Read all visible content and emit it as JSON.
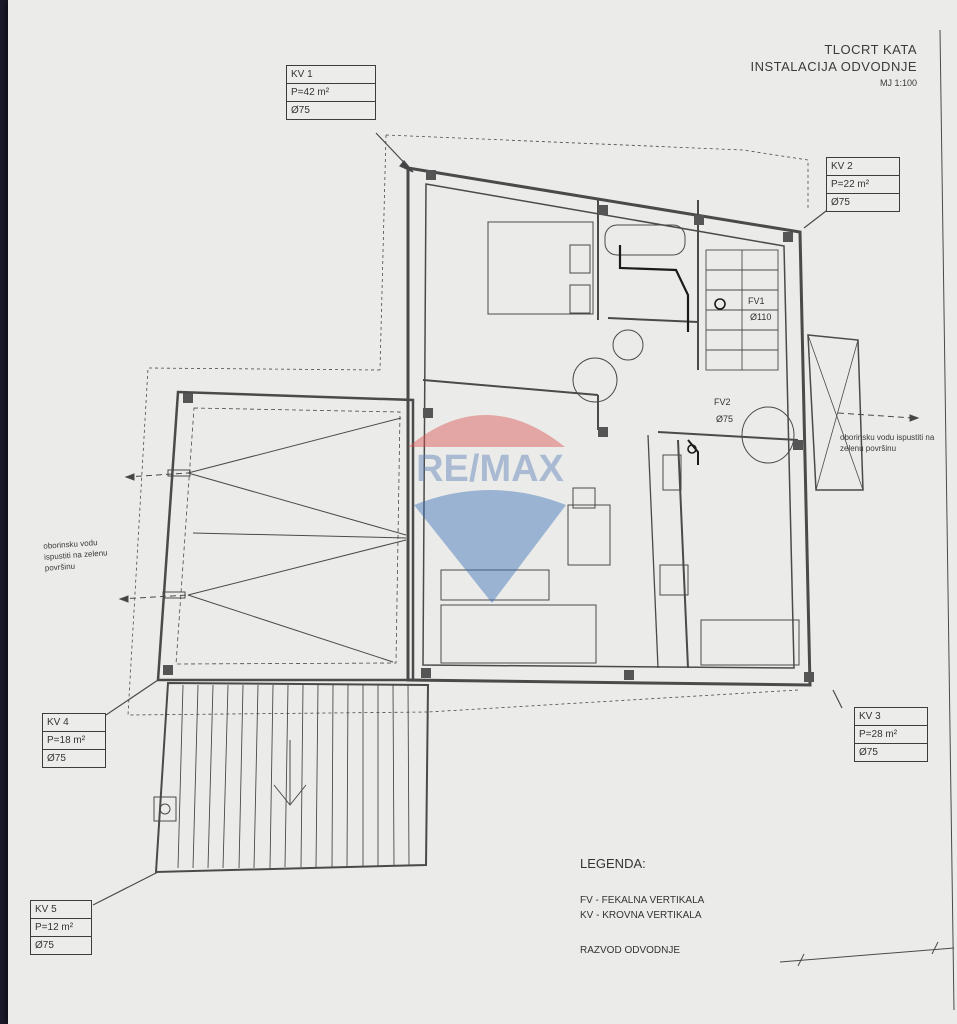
{
  "title": {
    "line1": "TLOCRT KATA",
    "line2": "INSTALACIJA ODVODNJE",
    "scale": "MJ 1:100"
  },
  "roof_verticals": [
    {
      "name": "KV 1",
      "area": "P=42 m²",
      "dia": "Ø75"
    },
    {
      "name": "KV 2",
      "area": "P=22 m²",
      "dia": "Ø75"
    },
    {
      "name": "KV 3",
      "area": "P=28 m²",
      "dia": "Ø75"
    },
    {
      "name": "KV 4",
      "area": "P=18 m²",
      "dia": "Ø75"
    },
    {
      "name": "KV 5",
      "area": "P=12 m²",
      "dia": "Ø75"
    }
  ],
  "fecal_verticals": [
    {
      "name": "FV1",
      "dia": "Ø110"
    },
    {
      "name": "FV2",
      "dia": "Ø75"
    }
  ],
  "notes": {
    "east": "oborinsku vodu ispustiti na zelenu površinu",
    "west": "oborinsku vodu ispustiti na zelenu površinu"
  },
  "legend": {
    "heading": "LEGENDA:",
    "fv": "FV - FEKALNA VERTIKALA",
    "kv": "KV - KROVNA VERTIKALA",
    "drain": "RAZVOD ODVODNJE"
  },
  "watermark": "RE/MAX",
  "colors": {
    "paper": "#ebece9",
    "line": "#3d3d3d",
    "wm_red": "#d9534f",
    "wm_blue": "#3a6fb8"
  }
}
